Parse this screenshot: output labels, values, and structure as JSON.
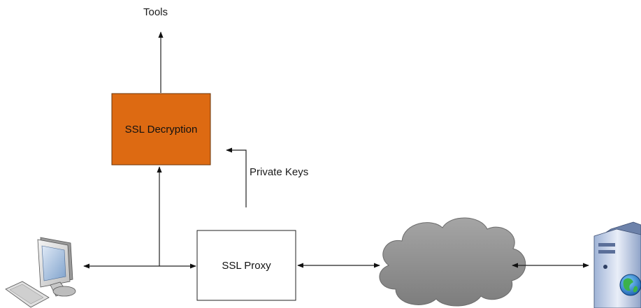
{
  "labels": {
    "tools": "Tools",
    "ssl_decryption": "SSL Decryption",
    "private_keys": "Private Keys",
    "ssl_proxy": "SSL Proxy"
  },
  "colors": {
    "decryption_fill": "#DD6A12",
    "decryption_stroke": "#7a3a08",
    "cloud_fill": "#8e8e8e",
    "line": "#222222"
  },
  "icons": {
    "client": "desktop-computer-icon",
    "internet": "cloud-icon",
    "server": "server-globe-icon"
  }
}
